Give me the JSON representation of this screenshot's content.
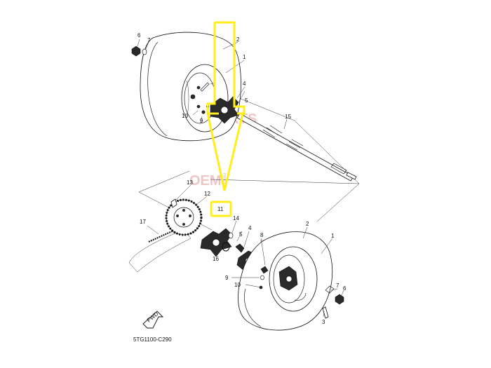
{
  "diagram_code": "5TG1100-C290",
  "fwd_label": "FWD",
  "watermark": {
    "brand": "OEM",
    "side_text": "PARTS",
    "faded": "PARTS"
  },
  "callouts": {
    "top": {
      "n1": "1",
      "n2": "2",
      "n4": "4",
      "n5": "5",
      "n6": "6",
      "n7": "7",
      "n9": "9",
      "n10": "10",
      "n15": "15"
    },
    "bottom": {
      "n1": "1",
      "n2": "2",
      "n3": "3",
      "n4": "4",
      "n5": "5",
      "n6": "6",
      "n7": "7",
      "n8": "8",
      "n9": "9",
      "n10": "10",
      "n11": "11",
      "n12": "12",
      "n13": "13",
      "n14": "14",
      "n16": "16",
      "n17": "17"
    }
  },
  "highlight": {
    "color": "#ffee1a",
    "target_callout": "11"
  }
}
